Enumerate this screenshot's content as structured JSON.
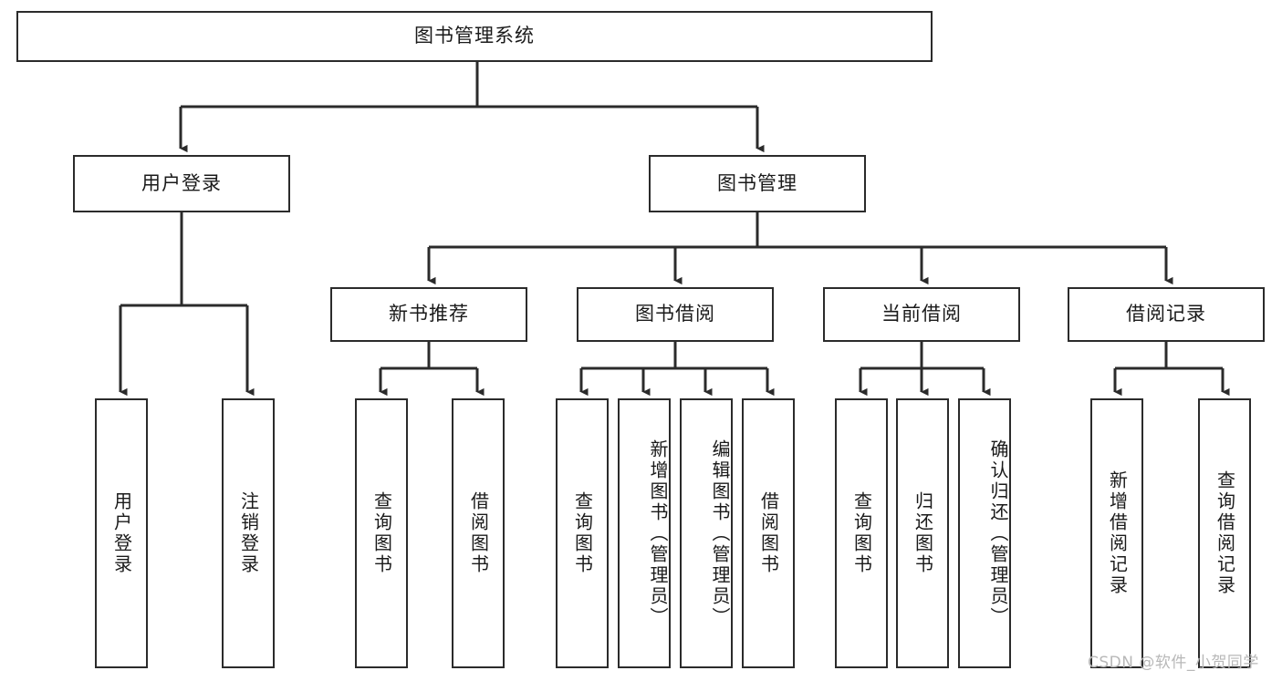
{
  "diagram": {
    "title": "图书管理系统",
    "type": "hierarchy-tree",
    "watermark": "CSDN @软件_小贺同学",
    "colors": {
      "stroke": "#2b2b2b",
      "fill": "#ffffff",
      "text": "#1a1a1a",
      "watermark": "#b8b8b8"
    },
    "levels": {
      "root": {
        "label": "图书管理系统"
      },
      "level2": [
        {
          "label": "用户登录"
        },
        {
          "label": "图书管理"
        }
      ],
      "level3": [
        {
          "label": "新书推荐"
        },
        {
          "label": "图书借阅"
        },
        {
          "label": "当前借阅"
        },
        {
          "label": "借阅记录"
        }
      ],
      "leaves_user_login": [
        {
          "label": "用户登录"
        },
        {
          "label": "注销登录"
        }
      ],
      "leaves_new_books": [
        {
          "label": "查询图书"
        },
        {
          "label": "借阅图书"
        }
      ],
      "leaves_borrow": [
        {
          "label": "查询图书"
        },
        {
          "label": "新增图书（管理员）"
        },
        {
          "label": "编辑图书（管理员）"
        },
        {
          "label": "借阅图书"
        }
      ],
      "leaves_current": [
        {
          "label": "查询图书"
        },
        {
          "label": "归还图书"
        },
        {
          "label": "确认归还（管理员）"
        }
      ],
      "leaves_records": [
        {
          "label": "新增借阅记录"
        },
        {
          "label": "查询借阅记录"
        }
      ]
    }
  }
}
